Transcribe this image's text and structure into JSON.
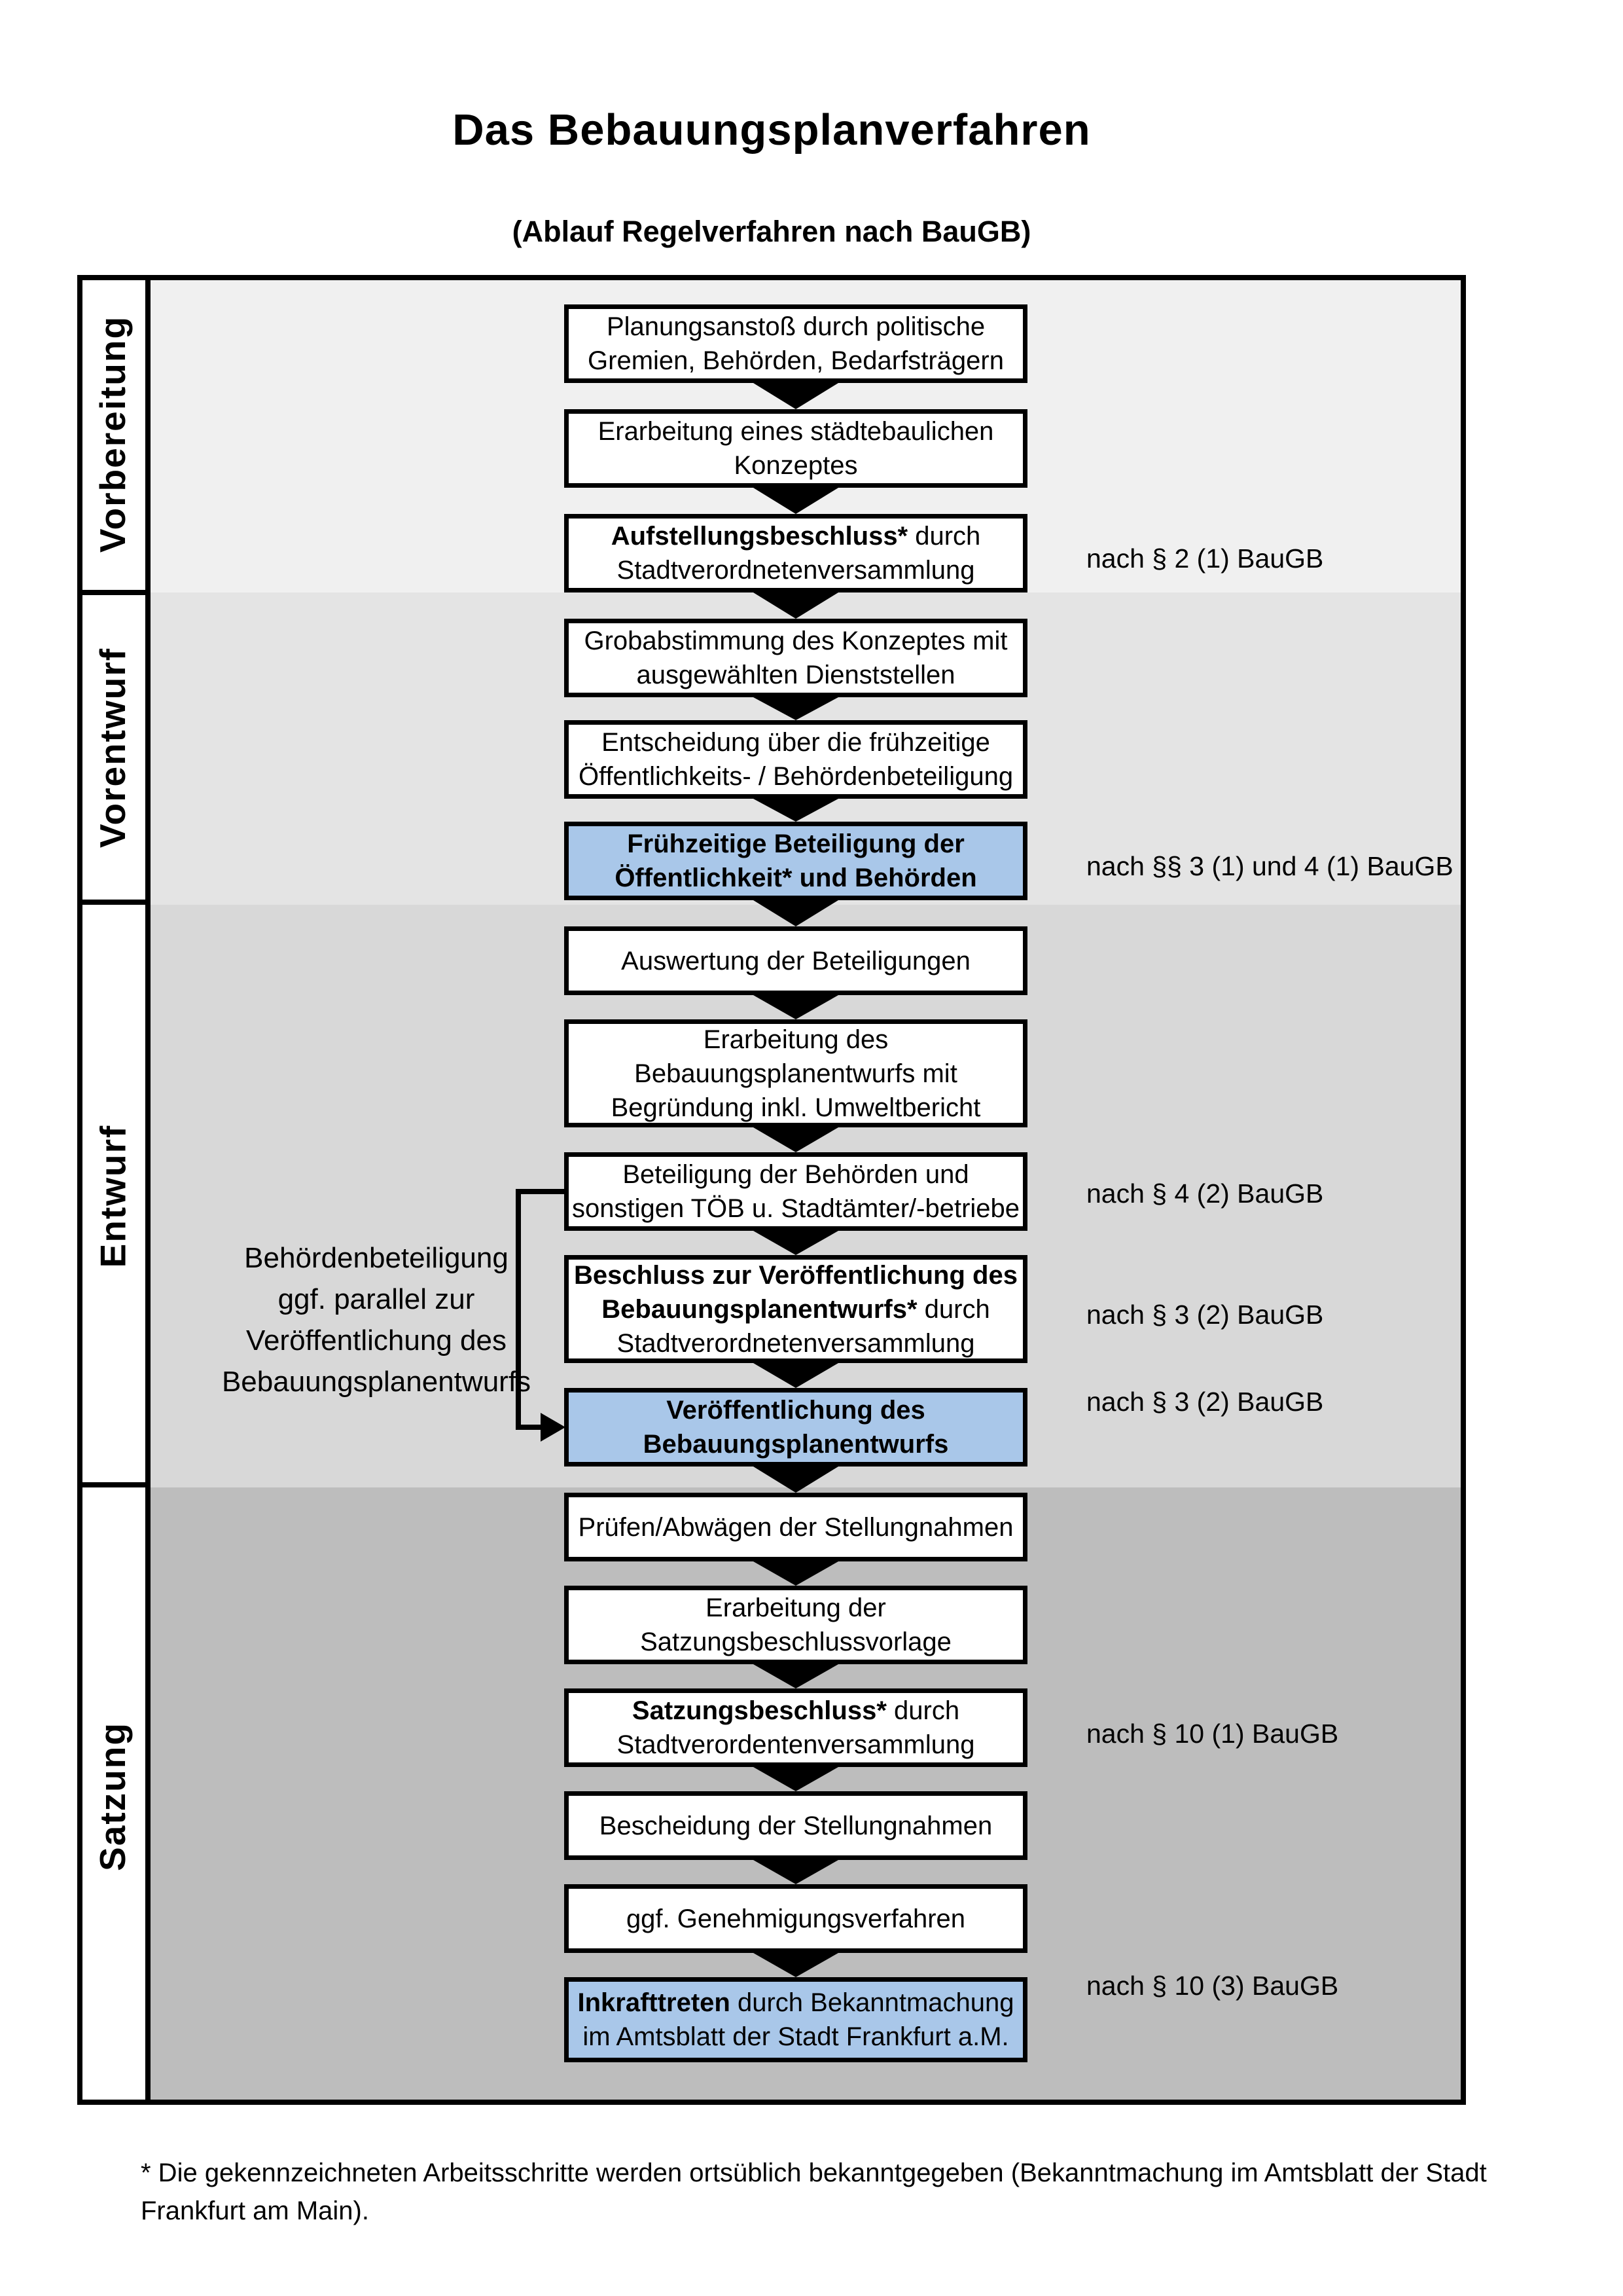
{
  "title": "Das Bebauungsplanverfahren",
  "subtitle": "(Ablauf Regelverfahren nach BauGB)",
  "phases": [
    {
      "label": "Vorbereitung"
    },
    {
      "label": "Vorentwurf"
    },
    {
      "label": "Entwurf"
    },
    {
      "label": "Satzung"
    }
  ],
  "steps": [
    {
      "highlight": false,
      "lines": [
        [
          {
            "text": "Planungsanstoß durch politische",
            "bold": false
          }
        ],
        [
          {
            "text": "Gremien, Behörden, Bedarfsträgern",
            "bold": false
          }
        ]
      ]
    },
    {
      "highlight": false,
      "lines": [
        [
          {
            "text": "Erarbeitung eines städtebaulichen",
            "bold": false
          }
        ],
        [
          {
            "text": "Konzeptes",
            "bold": false
          }
        ]
      ]
    },
    {
      "highlight": false,
      "lines": [
        [
          {
            "text": "Aufstellungsbeschluss*",
            "bold": true
          },
          {
            "text": " durch",
            "bold": false
          }
        ],
        [
          {
            "text": "Stadtverordnetenversammlung",
            "bold": false
          }
        ]
      ]
    },
    {
      "highlight": false,
      "lines": [
        [
          {
            "text": "Grobabstimmung des Konzeptes mit",
            "bold": false
          }
        ],
        [
          {
            "text": "ausgewählten Dienststellen",
            "bold": false
          }
        ]
      ]
    },
    {
      "highlight": false,
      "lines": [
        [
          {
            "text": "Entscheidung über die frühzeitige",
            "bold": false
          }
        ],
        [
          {
            "text": "Öffentlichkeits- / Behördenbeteiligung",
            "bold": false
          }
        ]
      ]
    },
    {
      "highlight": true,
      "lines": [
        [
          {
            "text": "Frühzeitige Beteiligung der",
            "bold": true
          }
        ],
        [
          {
            "text": "Öffentlichkeit* und Behörden",
            "bold": true
          }
        ]
      ]
    },
    {
      "highlight": false,
      "lines": [
        [
          {
            "text": "Auswertung der Beteiligungen",
            "bold": false
          }
        ]
      ]
    },
    {
      "highlight": false,
      "lines": [
        [
          {
            "text": "Erarbeitung des",
            "bold": false
          }
        ],
        [
          {
            "text": "Bebauungsplanentwurfs mit",
            "bold": false
          }
        ],
        [
          {
            "text": "Begründung inkl. Umweltbericht",
            "bold": false
          }
        ]
      ]
    },
    {
      "highlight": false,
      "lines": [
        [
          {
            "text": "Beteiligung der Behörden und",
            "bold": false
          }
        ],
        [
          {
            "text": "sonstigen TÖB u. Stadtämter/-betriebe",
            "bold": false
          }
        ]
      ]
    },
    {
      "highlight": false,
      "lines": [
        [
          {
            "text": "Beschluss zur Veröffentlichung des",
            "bold": true
          }
        ],
        [
          {
            "text": "Bebauungsplanentwurfs*",
            "bold": true
          },
          {
            "text": " durch",
            "bold": false
          }
        ],
        [
          {
            "text": "Stadtverordnetenversammlung",
            "bold": false
          }
        ]
      ]
    },
    {
      "highlight": true,
      "lines": [
        [
          {
            "text": "Veröffentlichung des",
            "bold": true
          }
        ],
        [
          {
            "text": "Bebauungsplanentwurfs",
            "bold": true
          }
        ]
      ]
    },
    {
      "highlight": false,
      "lines": [
        [
          {
            "text": "Prüfen/Abwägen der Stellungnahmen",
            "bold": false
          }
        ]
      ]
    },
    {
      "highlight": false,
      "lines": [
        [
          {
            "text": "Erarbeitung der",
            "bold": false
          }
        ],
        [
          {
            "text": "Satzungsbeschlussvorlage",
            "bold": false
          }
        ]
      ]
    },
    {
      "highlight": false,
      "lines": [
        [
          {
            "text": "Satzungsbeschluss*",
            "bold": true
          },
          {
            "text": " durch",
            "bold": false
          }
        ],
        [
          {
            "text": "Stadtverordentenversammlung",
            "bold": false
          }
        ]
      ]
    },
    {
      "highlight": false,
      "lines": [
        [
          {
            "text": "Bescheidung der Stellungnahmen",
            "bold": false
          }
        ]
      ]
    },
    {
      "highlight": false,
      "lines": [
        [
          {
            "text": "ggf. Genehmigungsverfahren",
            "bold": false
          }
        ]
      ]
    },
    {
      "highlight": true,
      "lines": [
        [
          {
            "text": "Inkrafttreten",
            "bold": true
          },
          {
            "text": " durch Bekanntmachung",
            "bold": false
          }
        ],
        [
          {
            "text": "im Amtsblatt der Stadt Frankfurt a.M.",
            "bold": false
          }
        ]
      ]
    }
  ],
  "legal_refs": [
    {
      "text": "nach § 2 (1) BauGB"
    },
    {
      "text": "nach §§ 3 (1) und 4 (1) BauGB"
    },
    {
      "text": "nach § 4 (2) BauGB"
    },
    {
      "text": "nach § 3 (2) BauGB"
    },
    {
      "text": "nach § 3 (2) BauGB"
    },
    {
      "text": "nach § 10 (1) BauGB"
    },
    {
      "text": "nach § 10 (3) BauGB"
    }
  ],
  "side_note": {
    "lines": [
      "Behördenbeteiligung",
      "ggf. parallel zur",
      "Veröffentlichung des",
      "Bebauungsplanentwurfs"
    ]
  },
  "footnote": {
    "line1": "* Die gekennzeichneten Arbeitsschritte werden ortsüblich bekanntgegeben (Bekanntmachung im Amtsblatt  der Stadt",
    "line2": "Frankfurt am Main)."
  },
  "colors": {
    "highlight_blue": "#a9c7e9",
    "section_grays": [
      "#f0f0f0",
      "#e4e4e4",
      "#d8d8d8",
      "#bdbdbd"
    ],
    "border": "#000000",
    "page_bg": "#ffffff"
  }
}
